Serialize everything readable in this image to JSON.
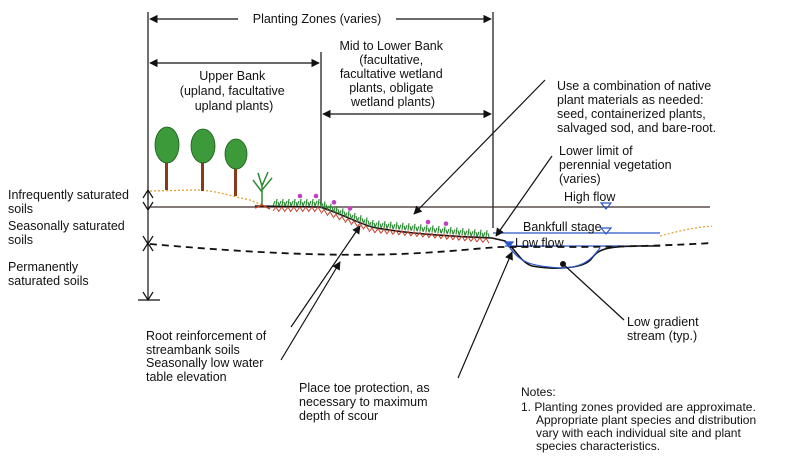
{
  "labels": {
    "planting_zones": "Planting Zones (varies)",
    "upper_bank": [
      "Upper Bank",
      "(upland, facultative",
      "upland plants)"
    ],
    "mid_lower_bank": [
      "Mid to Lower Bank",
      "(facultative,",
      "facultative wetland",
      "plants, obligate",
      "wetland plants)"
    ],
    "native_materials": [
      "Use a combination of native",
      "plant materials as needed:",
      "seed, containerized plants,",
      "salvaged sod, and bare-root."
    ],
    "lower_limit": [
      "Lower limit of",
      "perennial vegetation",
      "(varies)"
    ],
    "high_flow": "High flow",
    "bankfull_stage": "Bankfull stage",
    "low_flow": "Low flow",
    "infrequently_saturated": [
      "Infrequently saturated",
      "soils"
    ],
    "seasonally_saturated": [
      "Seasonally saturated",
      "soils"
    ],
    "permanently_saturated": [
      "Permanently",
      "saturated soils"
    ],
    "root_reinforcement": [
      "Root reinforcement of",
      "streambank soils"
    ],
    "seasonally_low_water": [
      "Seasonally low water",
      "table elevation"
    ],
    "toe_protection": [
      "Place toe protection, as",
      "necessary to maximum",
      "depth of scour"
    ],
    "low_gradient_stream": [
      "Low gradient",
      "stream (typ.)"
    ],
    "notes_title": "Notes:",
    "notes_body": [
      "1. Planting zones provided are approximate.",
      "Appropriate plant species and distribution",
      "vary with each individual site and plant",
      "species characteristics."
    ]
  },
  "colors": {
    "line": "#111111",
    "tree_canopy": "#3c9a3a",
    "trunk": "#8a3a1a",
    "grass": "#2f8a35",
    "flower": "#c040c0",
    "roots": "#c0402a",
    "water": "#2a56c8",
    "dry_soil": "#e0a030"
  }
}
